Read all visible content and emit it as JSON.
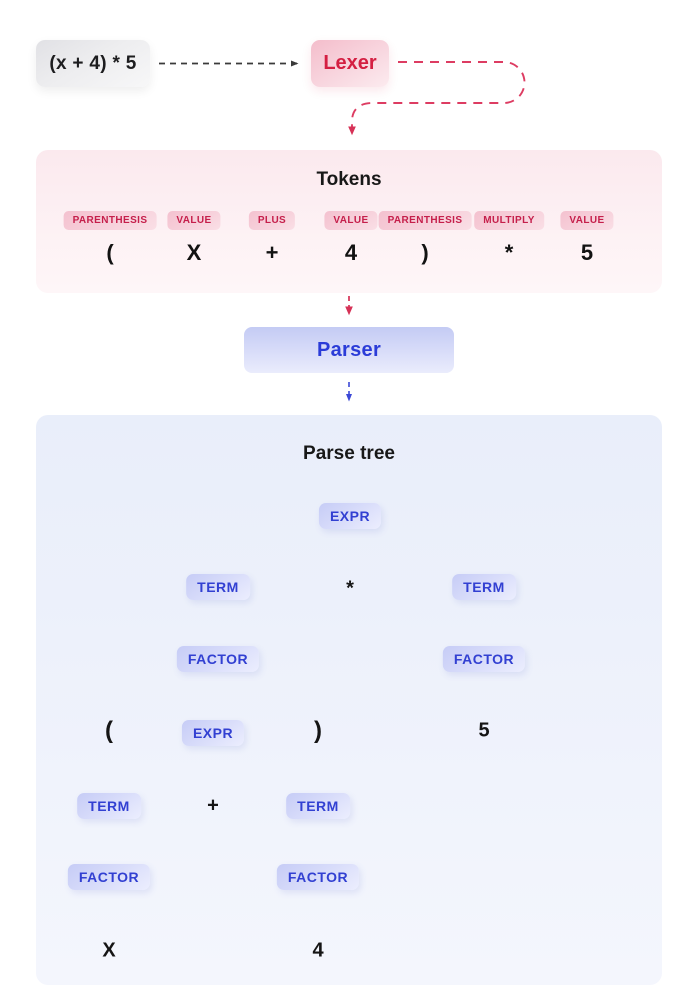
{
  "input": {
    "label": "(x + 4) * 5"
  },
  "lexer": {
    "label": "Lexer"
  },
  "tokens": {
    "title": "Tokens",
    "items": [
      {
        "type": "PARENTHESIS",
        "value": "("
      },
      {
        "type": "VALUE",
        "value": "X"
      },
      {
        "type": "PLUS",
        "value": "+"
      },
      {
        "type": "VALUE",
        "value": "4"
      },
      {
        "type": "PARENTHESIS",
        "value": ")"
      },
      {
        "type": "MULTIPLY",
        "value": "*"
      },
      {
        "type": "VALUE",
        "value": "5"
      }
    ]
  },
  "parser": {
    "label": "Parser"
  },
  "parse_tree": {
    "title": "Parse tree",
    "nodes": [
      {
        "id": "expr-root",
        "label": "EXPR",
        "kind": "node"
      },
      {
        "id": "term-left",
        "label": "TERM",
        "kind": "node"
      },
      {
        "id": "star",
        "label": "*",
        "kind": "leaf"
      },
      {
        "id": "term-right",
        "label": "TERM",
        "kind": "node"
      },
      {
        "id": "factor-left",
        "label": "FACTOR",
        "kind": "node"
      },
      {
        "id": "factor-right",
        "label": "FACTOR",
        "kind": "node"
      },
      {
        "id": "lparen",
        "label": "(",
        "kind": "leaf"
      },
      {
        "id": "expr-inner",
        "label": "EXPR",
        "kind": "node"
      },
      {
        "id": "rparen",
        "label": ")",
        "kind": "leaf"
      },
      {
        "id": "five",
        "label": "5",
        "kind": "leaf"
      },
      {
        "id": "term-inner-l",
        "label": "TERM",
        "kind": "node"
      },
      {
        "id": "plus",
        "label": "+",
        "kind": "leaf"
      },
      {
        "id": "term-inner-r",
        "label": "TERM",
        "kind": "node"
      },
      {
        "id": "factor-inner-l",
        "label": "FACTOR",
        "kind": "node"
      },
      {
        "id": "factor-inner-r",
        "label": "FACTOR",
        "kind": "node"
      },
      {
        "id": "x-leaf",
        "label": "X",
        "kind": "leaf"
      },
      {
        "id": "four-leaf",
        "label": "4",
        "kind": "leaf"
      }
    ]
  },
  "colors": {
    "lexer_accent": "#d41f42",
    "parser_accent": "#2b3cd8",
    "badge_text": "#c51f4b",
    "node_text": "#3240d2",
    "red_arrow": "#dd3c62",
    "blue_arrow": "#3b48d6",
    "gray_arrow": "#3a3a3a",
    "tokens_panel_bg": "#fdf1f4",
    "tree_panel_bg": "#edf1fb"
  }
}
